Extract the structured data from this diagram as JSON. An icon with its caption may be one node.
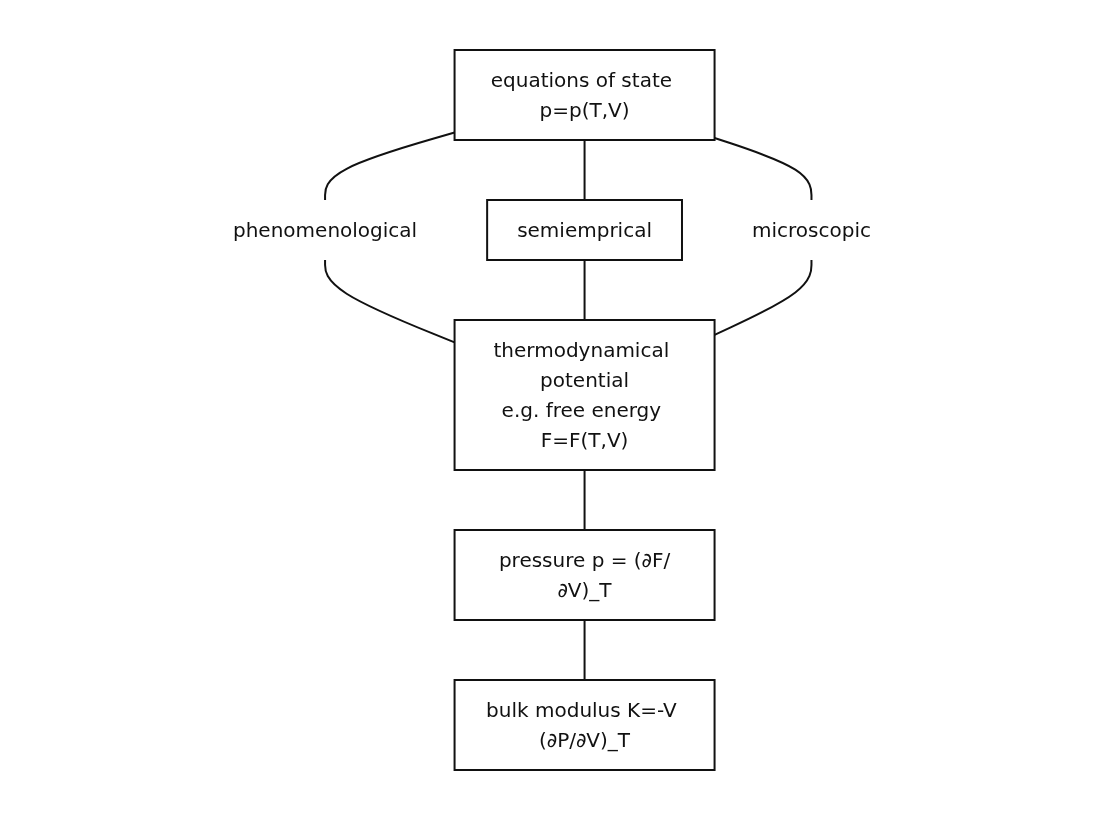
{
  "diagram": {
    "nodes": [
      {
        "text": [
          "equations of state p=p(T,V)"
        ]
      },
      {
        "text": [
          "phenomenological"
        ]
      },
      {
        "text": [
          "semiemprical"
        ]
      },
      {
        "text": [
          "microscopic"
        ]
      },
      {
        "text": [
          "thermodynamical potential",
          "e.g. free energy F=F(T,V)"
        ]
      },
      {
        "text": [
          "pressure p = (∂F/∂V)_T"
        ]
      },
      {
        "text": [
          "bulk modulus K=-V (∂P/∂V)_T"
        ]
      }
    ],
    "edges": [
      {
        "from": 0,
        "to": 1,
        "arrow": "none"
      },
      {
        "from": 0,
        "to": 2,
        "arrow": "none"
      },
      {
        "from": 0,
        "to": 3,
        "arrow": "none"
      },
      {
        "from": 1,
        "to": 4,
        "arrow": "none"
      },
      {
        "from": 2,
        "to": 4,
        "arrow": "none"
      },
      {
        "from": 3,
        "to": 4,
        "arrow": "none"
      },
      {
        "from": 4,
        "to": 5,
        "arrow": "none"
      },
      {
        "from": 5,
        "to": 6,
        "arrow": "none"
      }
    ]
  }
}
